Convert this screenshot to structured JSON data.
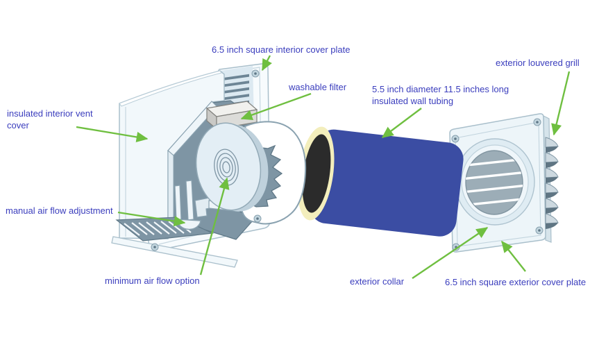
{
  "diagram": {
    "description": "exploded diagram of a through-wall room ventilation vent",
    "labels": [
      {
        "id": "interior-cover-plate",
        "text": "6.5 inch square interior cover plate"
      },
      {
        "id": "washable-filter",
        "text": "washable filter"
      },
      {
        "id": "wall-tubing",
        "text": "5.5 inch diameter 11.5 inches long insulated wall tubing"
      },
      {
        "id": "exterior-louvered-grill",
        "text": "exterior louvered grill"
      },
      {
        "id": "insulated-interior-vent-cover",
        "text": "insulated interior vent cover"
      },
      {
        "id": "manual-air-flow-adjustment",
        "text": "manual air flow adjustment"
      },
      {
        "id": "minimum-air-flow-option",
        "text": "minimum air flow option"
      },
      {
        "id": "exterior-collar",
        "text": "exterior collar"
      },
      {
        "id": "exterior-cover-plate",
        "text": "6.5 inch square exterior cover plate"
      }
    ],
    "colors": {
      "label_text": "#3a3dbd",
      "arrow_green": "#6fbf40",
      "tube_blue": "#3b4da3",
      "insulation_yellow": "#f3eebc",
      "tube_black": "#2b2b2b",
      "housing_slate": "#7e95a4",
      "panel_light": "#f2f8fb",
      "plate_light": "#f7fbfd",
      "grill_gray": "#9cadb7"
    }
  }
}
